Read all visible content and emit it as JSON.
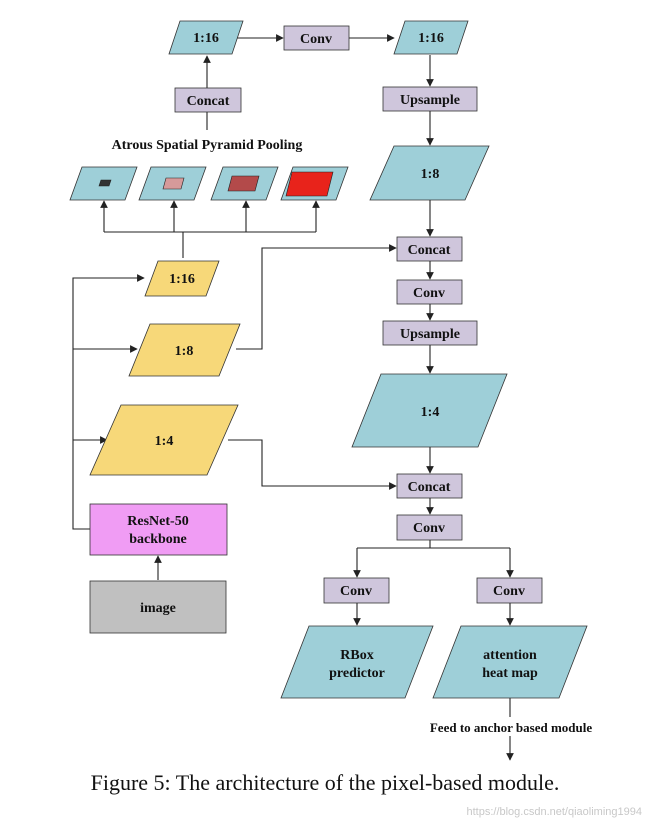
{
  "colors": {
    "feature_blue": "#9ecfd8",
    "feature_yellow": "#f7d879",
    "op_purple": "#cfc6dc",
    "backbone_pink": "#f09cf4",
    "input_gray": "#c0c0c0",
    "pool_dark": "#333333",
    "pool_pink": "#d69a9a",
    "pool_brown": "#b34a4a",
    "pool_red": "#e8231b",
    "stroke": "#333333"
  },
  "diagram": {
    "aspp_title": "Atrous Spatial Pyramid Pooling",
    "top_left_feature": "1:16",
    "top_conv": "Conv",
    "top_right_feature": "1:16",
    "concat_top": "Concat",
    "upsample_1": "Upsample",
    "feature_1_8_right": "1:8",
    "concat_mid": "Concat",
    "conv_mid": "Conv",
    "upsample_2": "Upsample",
    "feature_1_4_right": "1:4",
    "concat_low": "Concat",
    "conv_low": "Conv",
    "conv_left_branch": "Conv",
    "conv_right_branch": "Conv",
    "rbox_line1": "RBox",
    "rbox_line2": "predictor",
    "attention_line1": "attention",
    "attention_line2": "heat map",
    "feed_label": "Feed to anchor based module",
    "backbone_feat_16": "1:16",
    "backbone_feat_8": "1:8",
    "backbone_feat_4": "1:4",
    "backbone_line1": "ResNet-50",
    "backbone_line2": "backbone",
    "image_label": "image"
  },
  "caption": "Figure 5: The architecture of the pixel-based module.",
  "watermark": "https://blog.csdn.net/qiaoliming1994"
}
